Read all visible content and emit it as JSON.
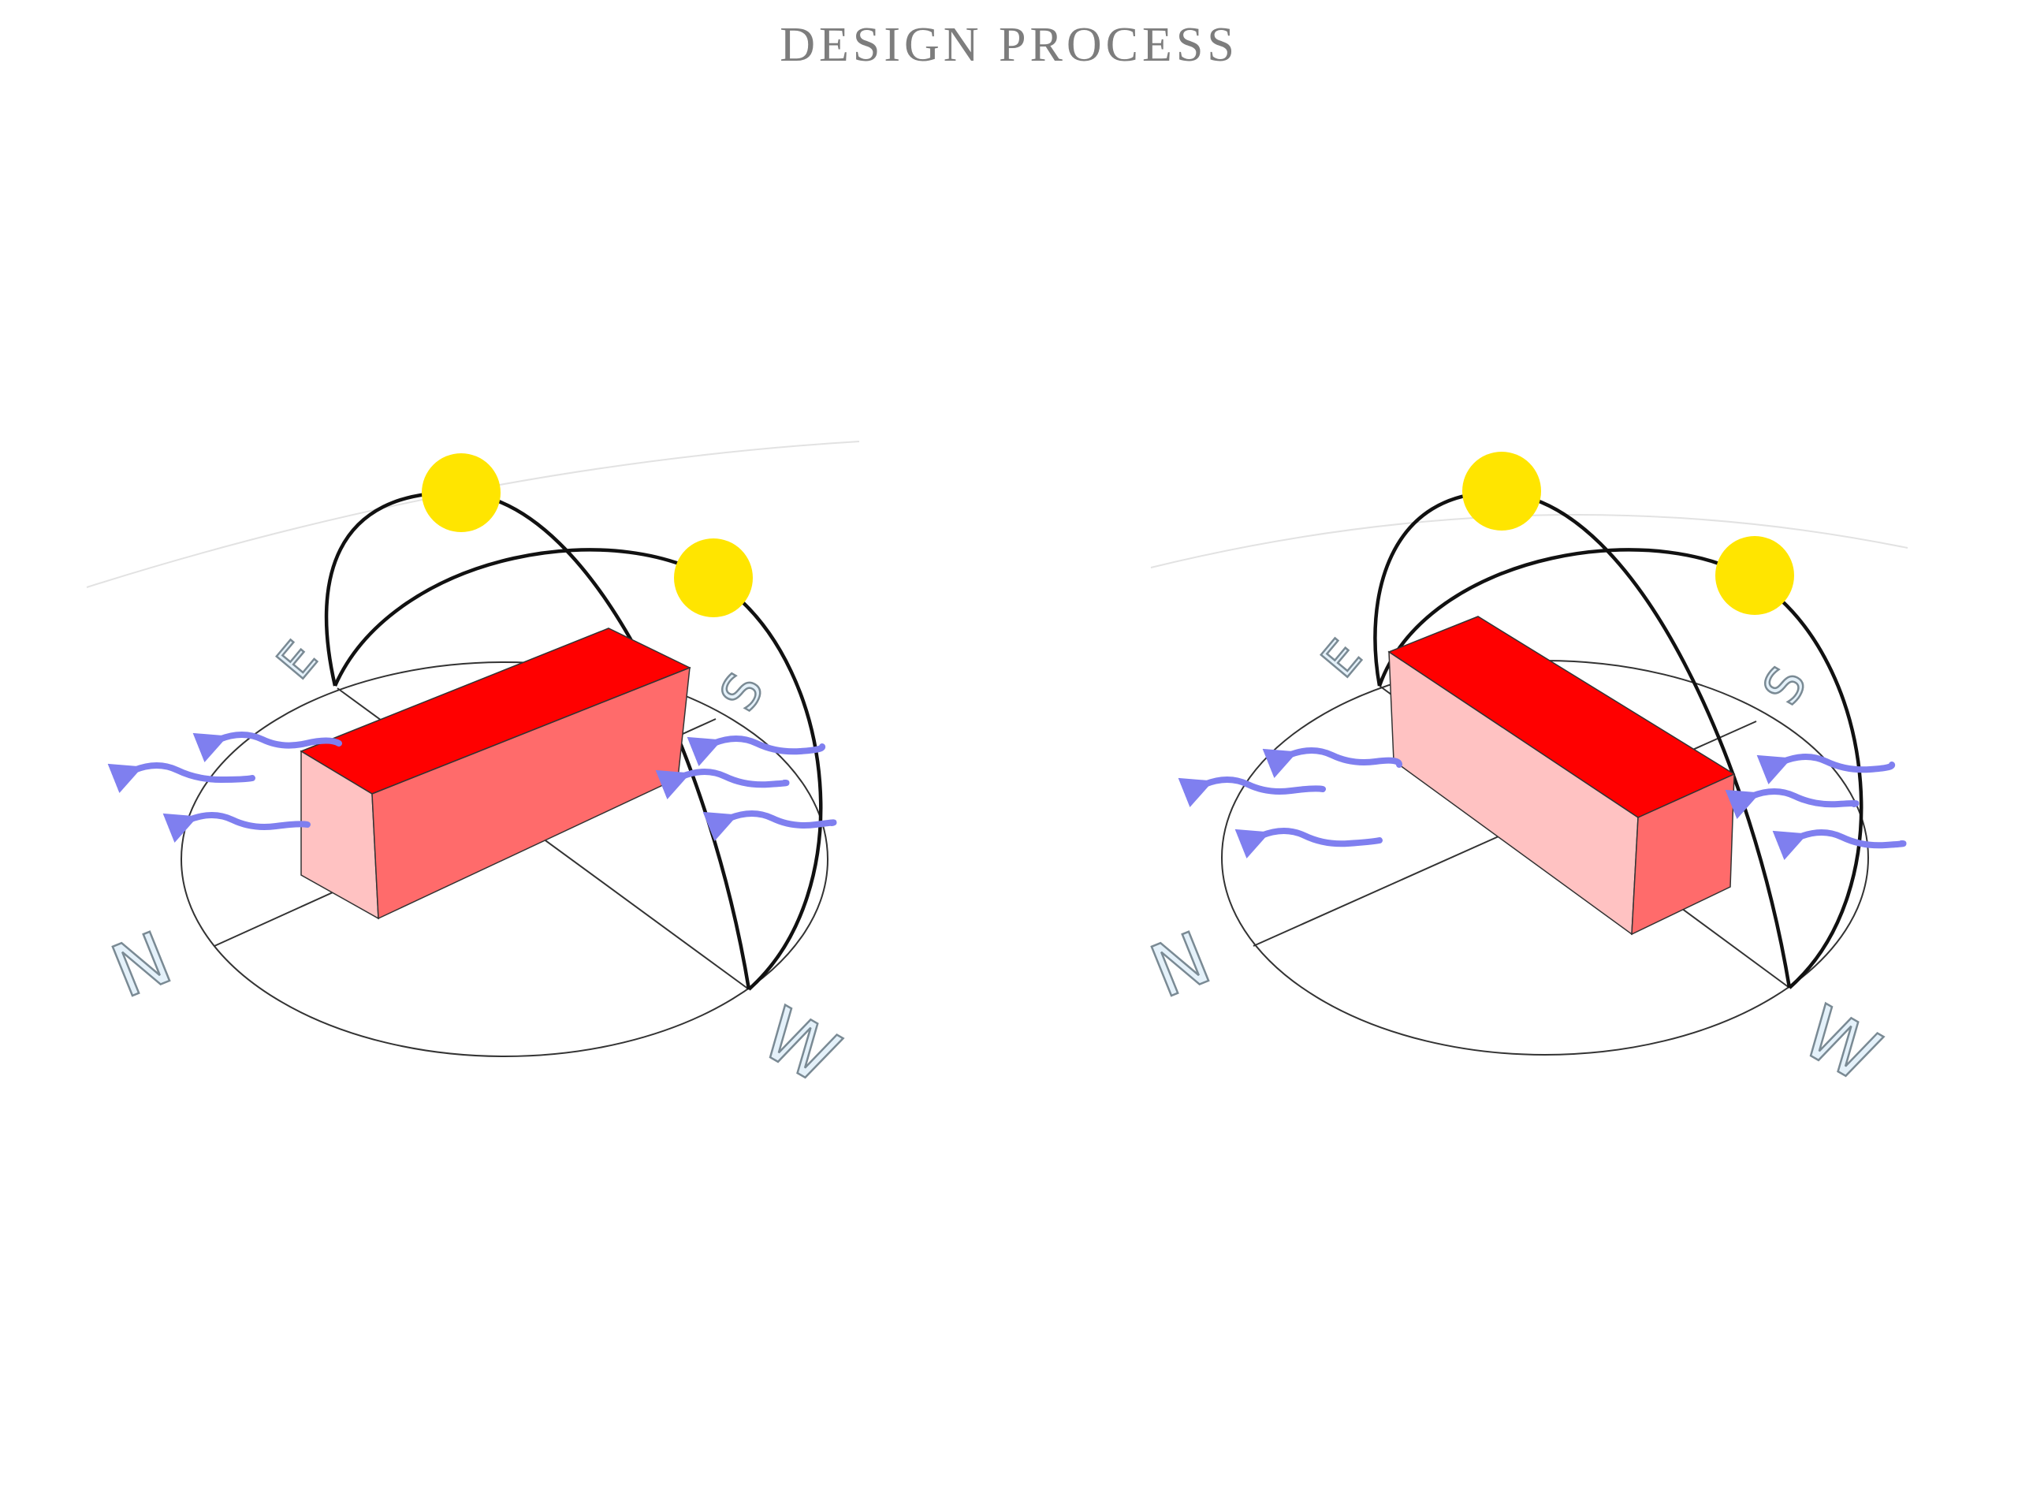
{
  "page": {
    "title": "DESIGN PROCESS"
  },
  "compass": {
    "north": "N",
    "south": "S",
    "east": "E",
    "west": "W"
  },
  "colors": {
    "sun": "#ffe500",
    "mass_top": "#ff0000",
    "mass_long_side": "#ff6b6b",
    "mass_end_light": "#ffc2c2",
    "wind": "#7f7fef",
    "sun_path": "#111111",
    "ground": "#333333",
    "letter_fill": "#e4f1fa",
    "title": "#7d7d7d"
  }
}
